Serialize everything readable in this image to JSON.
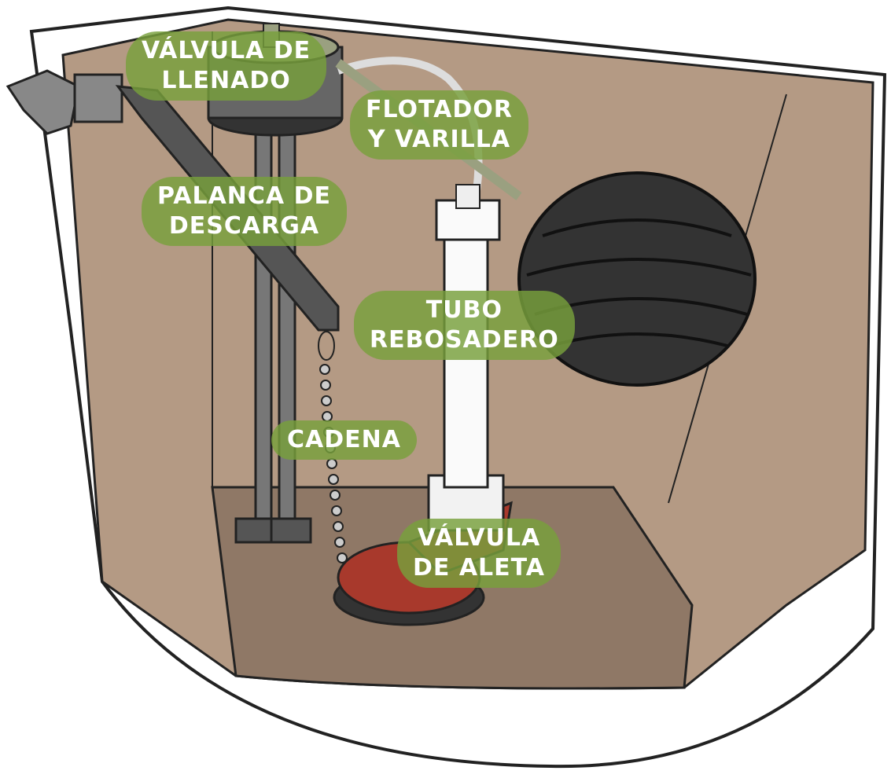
{
  "labels": {
    "fill_valve": [
      "VÁLVULA DE",
      "LLENADO"
    ],
    "float_rod": [
      "FLOTADOR",
      "Y VARILLA"
    ],
    "flush_lever": [
      "PALANCA DE",
      "DESCARGA"
    ],
    "overflow_tube": [
      "TUBO",
      "REBOSADERO"
    ],
    "chain": [
      "CADENA"
    ],
    "flapper": [
      "VÁLVULA",
      "DE ALETA"
    ]
  },
  "colors": {
    "label_bg": "#78a03c",
    "tank_wall": "#b49a84",
    "tank_floor": "#8f7866",
    "flapper": "#a8392c",
    "float": "#333333"
  }
}
